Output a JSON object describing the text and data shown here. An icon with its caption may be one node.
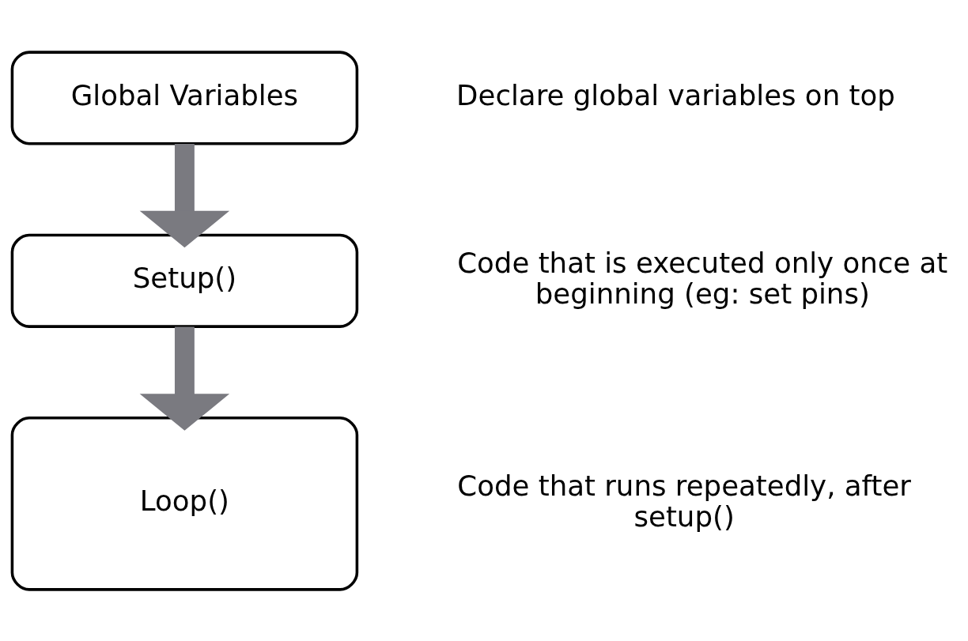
{
  "diagram": {
    "nodes": [
      {
        "text": [
          "Global Variables"
        ]
      },
      {
        "text": [
          "Setup()"
        ]
      },
      {
        "text": [
          "Loop()"
        ]
      }
    ],
    "edges": [
      {
        "from": 0,
        "to": 1,
        "arrow": "to"
      },
      {
        "from": 1,
        "to": 2,
        "arrow": "to"
      }
    ],
    "labels": [
      "Declare global variables on top",
      "Code that is executed only once at beginning (eg: set pins)",
      "Code that runs repeatedly, after setup()"
    ]
  }
}
